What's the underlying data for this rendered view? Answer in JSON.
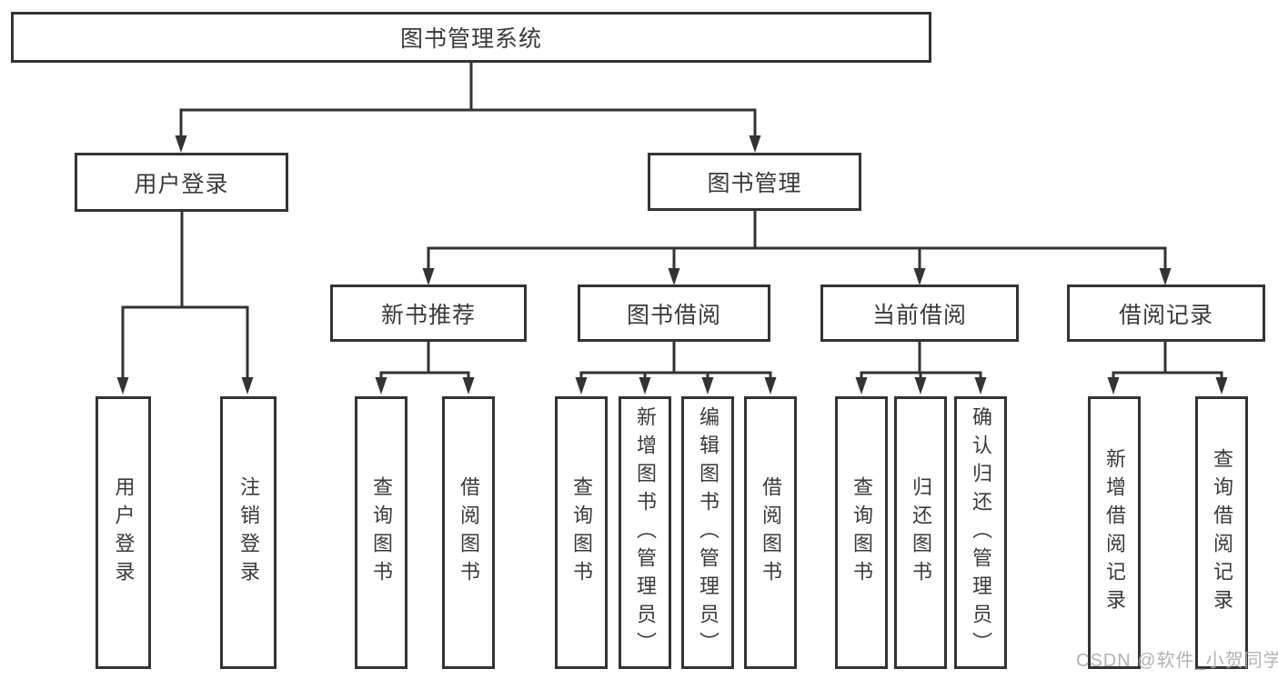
{
  "tree": {
    "root": "图书管理系统",
    "branches": [
      {
        "label": "用户登录",
        "children": [
          "用户登录",
          "注销登录"
        ]
      },
      {
        "label": "图书管理",
        "sections": [
          {
            "label": "新书推荐",
            "children": [
              "查询图书",
              "借阅图书"
            ]
          },
          {
            "label": "图书借阅",
            "children": [
              "查询图书",
              "新增图书（管理员）",
              "编辑图书（管理员）",
              "借阅图书"
            ]
          },
          {
            "label": "当前借阅",
            "children": [
              "查询图书",
              "归还图书",
              "确认归还（管理员）"
            ]
          },
          {
            "label": "借阅记录",
            "children": [
              "新增借阅记录",
              "查询借阅记录"
            ]
          }
        ]
      }
    ]
  },
  "watermark": {
    "text": "CSDN @软件_小贺同学"
  },
  "colors": {
    "line": "#333333",
    "box_border": "#333333",
    "text": "#3a3a3a",
    "watermark": "#acacac",
    "background": "#ffffff"
  }
}
